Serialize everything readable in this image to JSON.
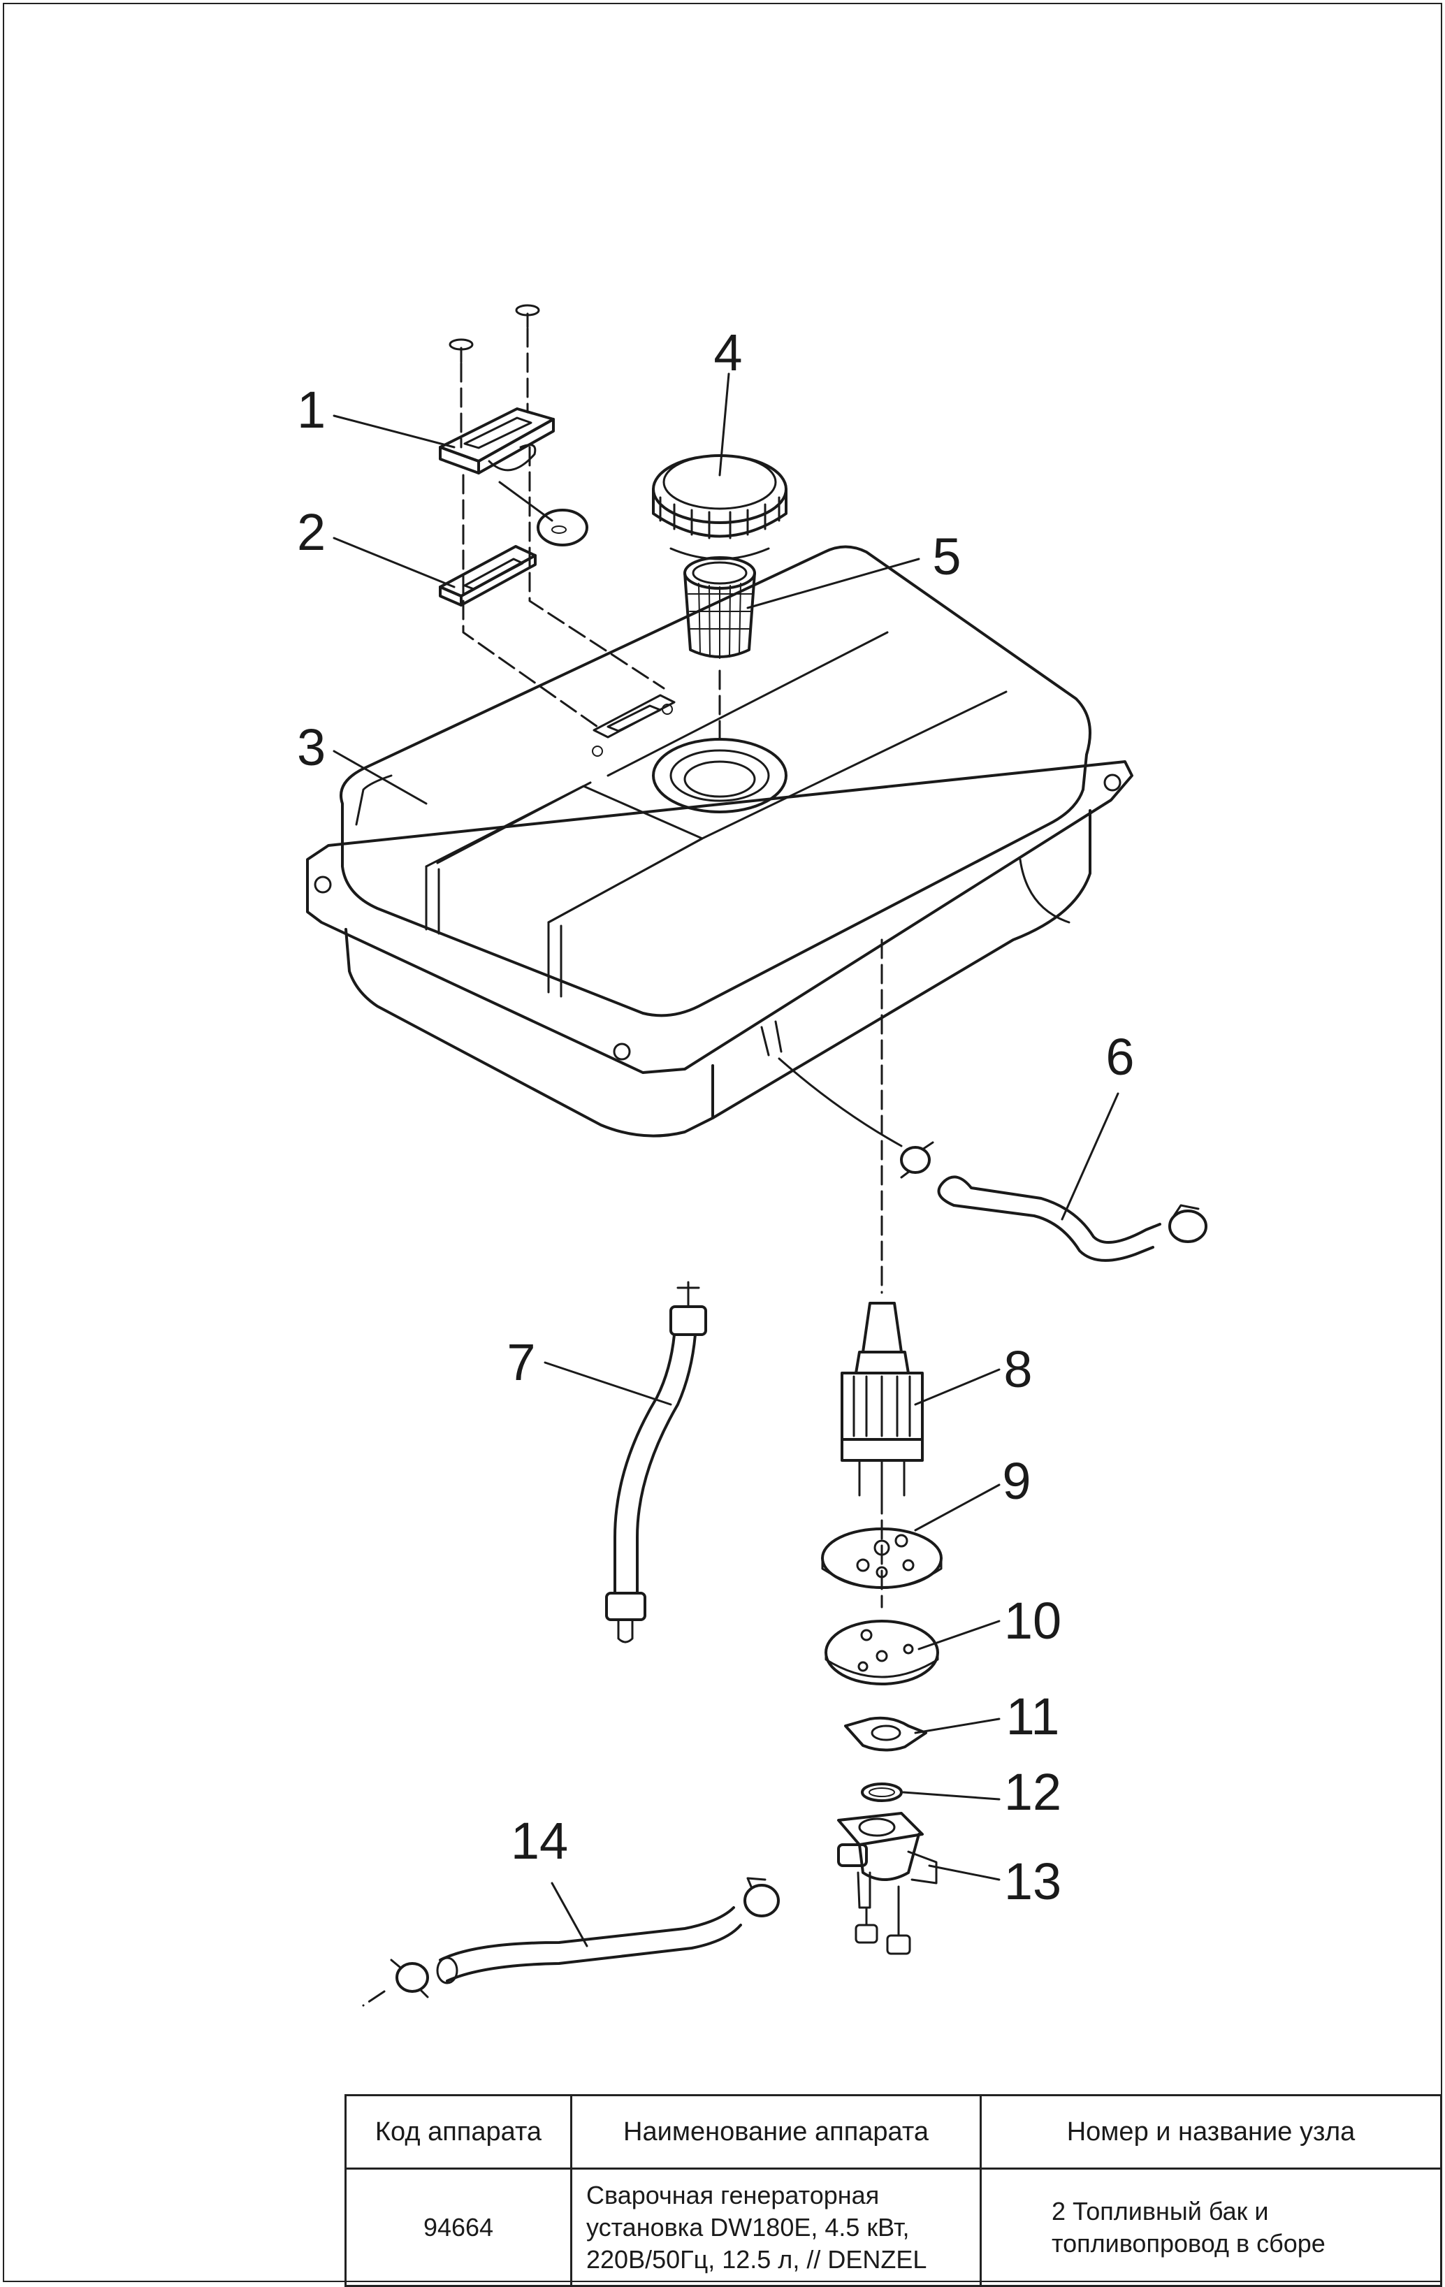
{
  "callouts": {
    "c1": "1",
    "c2": "2",
    "c3": "3",
    "c4": "4",
    "c5": "5",
    "c6": "6",
    "c7": "7",
    "c8": "8",
    "c9": "9",
    "c10": "10",
    "c11": "11",
    "c12": "12",
    "c13": "13",
    "c14": "14"
  },
  "title_block": {
    "header": {
      "code": "Код аппарата",
      "name": "Наименование аппарата",
      "unit": "Номер и название узла"
    },
    "row": {
      "code": "94664",
      "name": "Сварочная генераторная\nустановка DW180E, 4.5 кВт,\n220В/50Гц, 12.5 л, // DENZEL",
      "unit": "2 Топливный бак и\nтопливопровод в сборе"
    }
  }
}
